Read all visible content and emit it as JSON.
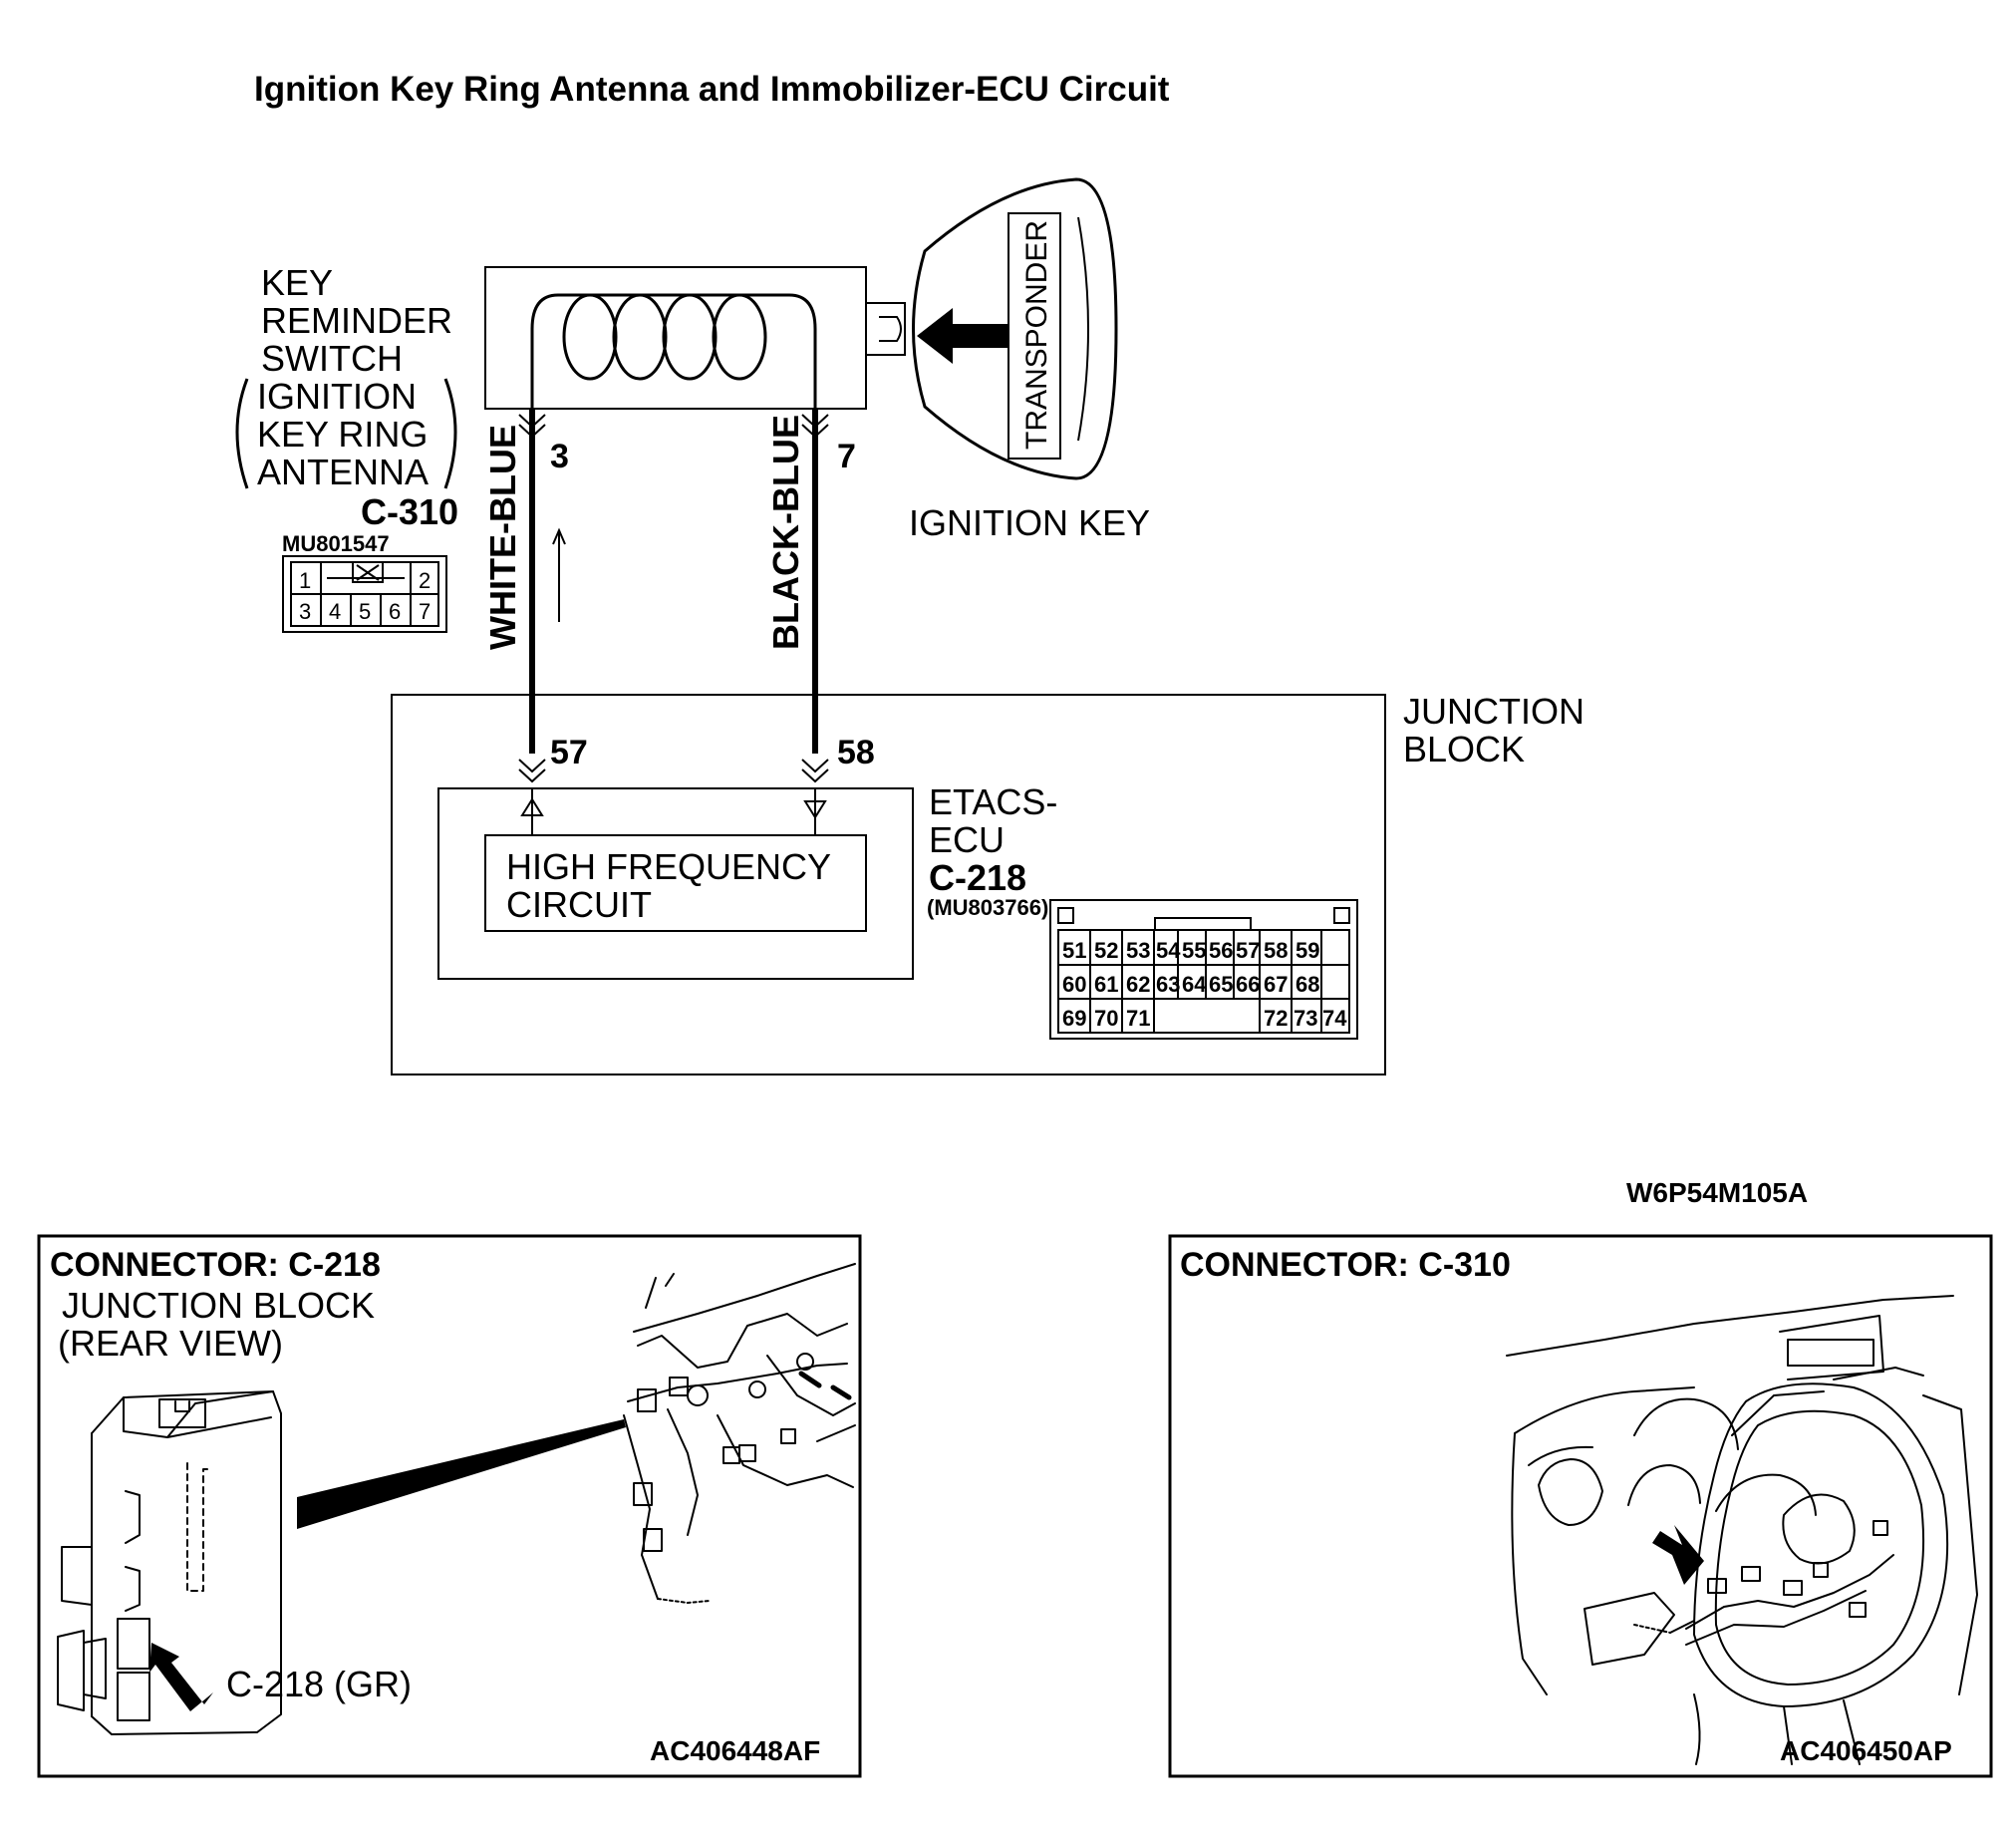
{
  "title": "Ignition Key Ring Antenna and Immobilizer-ECU Circuit",
  "key_reminder_switch": {
    "label_lines": [
      "KEY",
      "REMINDER",
      "SWITCH",
      "IGNITION",
      "KEY RING",
      "ANTENNA"
    ],
    "connector": "C-310",
    "part_number": "MU801547",
    "pins_row1": [
      "1",
      "2"
    ],
    "pins_row2": [
      "3",
      "4",
      "5",
      "6",
      "7"
    ]
  },
  "transponder_label": "TRANSPONDER",
  "ignition_key_label": "IGNITION KEY",
  "wires": [
    {
      "color": "WHITE-BLUE",
      "from_pin": "3",
      "to_pin": "57"
    },
    {
      "color": "BLACK-BLUE",
      "from_pin": "7",
      "to_pin": "58"
    }
  ],
  "junction_block": {
    "label_lines": [
      "JUNCTION",
      "BLOCK"
    ],
    "etacs_lines": [
      "ETACS-",
      "ECU"
    ],
    "connector": "C-218",
    "part_number": "(MU803766)",
    "circuit_lines": [
      "HIGH FREQUENCY",
      "CIRCUIT"
    ],
    "pins_row1": [
      "51",
      "52",
      "53",
      "54",
      "55",
      "56",
      "57",
      "58",
      "59"
    ],
    "pins_row2": [
      "60",
      "61",
      "62",
      "63",
      "64",
      "65",
      "66",
      "67",
      "68"
    ],
    "pins_row3_left": [
      "69",
      "70",
      "71"
    ],
    "pins_row3_right": [
      "72",
      "73",
      "74"
    ]
  },
  "figure_code": "W6P54M105A",
  "panel_left": {
    "heading": "CONNECTOR: C-218",
    "sub_lines": [
      "JUNCTION BLOCK",
      "(REAR VIEW)"
    ],
    "callout": "C-218 (GR)",
    "code": "AC406448AF"
  },
  "panel_right": {
    "heading": "CONNECTOR: C-310",
    "code": "AC406450AP"
  }
}
